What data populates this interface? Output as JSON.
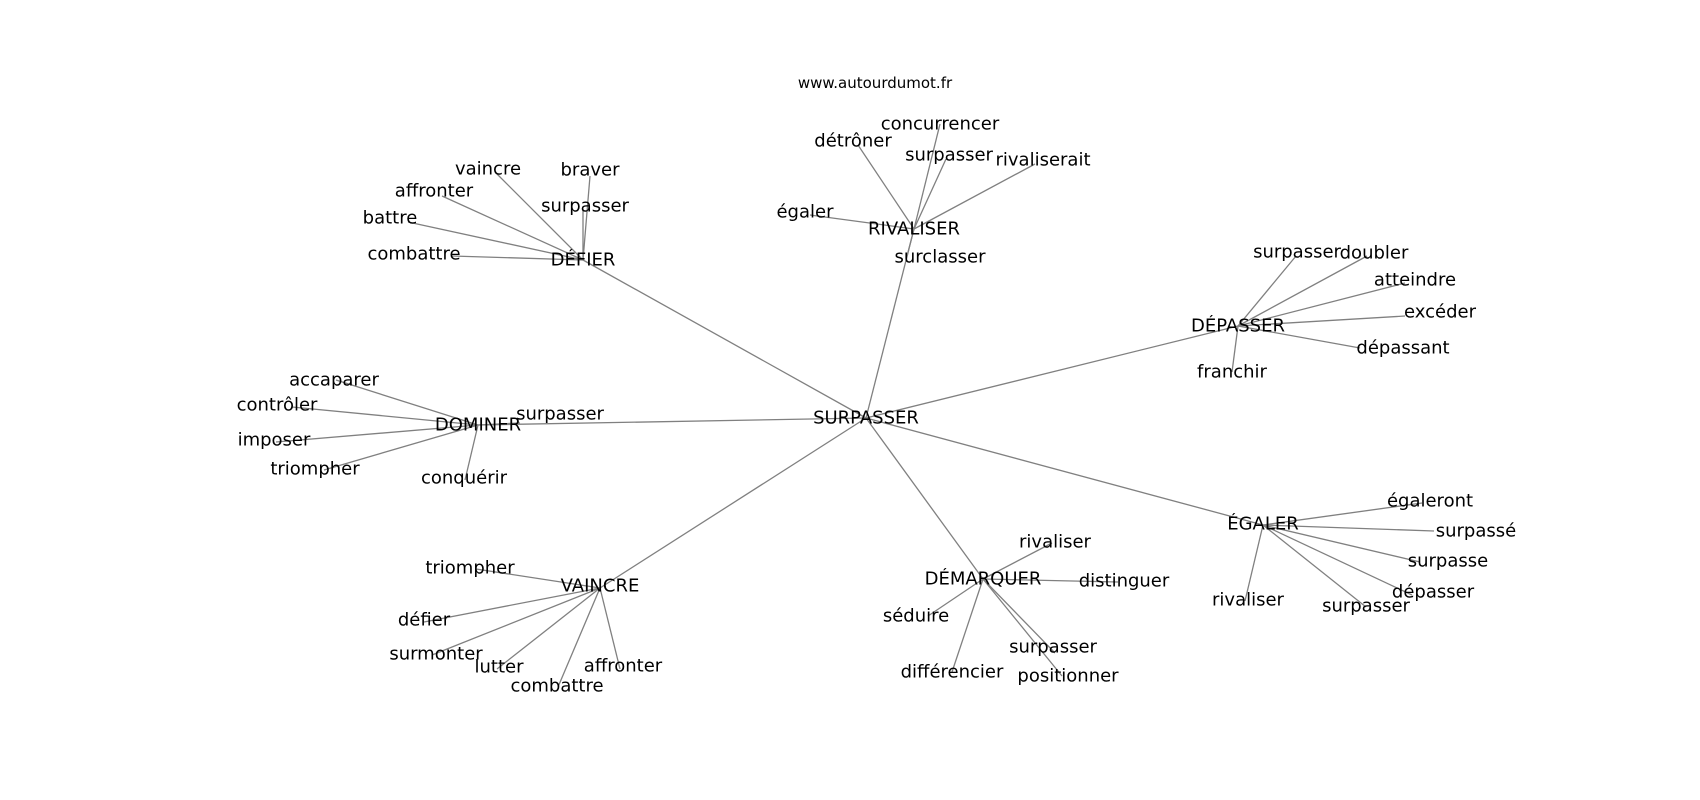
{
  "site_credit": "www.autourdumot.fr",
  "center": {
    "label": "SURPASSER"
  },
  "clusters": [
    {
      "hub": "DÉFIER",
      "hub_link": "SURPASSER",
      "leaves": [
        "vaincre",
        "braver",
        "affronter",
        "surpasser",
        "battre",
        "combattre"
      ]
    },
    {
      "hub": "RIVALISER",
      "hub_link": "SURPASSER",
      "leaves": [
        "concurrencer",
        "détrôner",
        "surpasser",
        "rivaliserait",
        "égaler",
        "surclasser"
      ]
    },
    {
      "hub": "DÉPASSER",
      "hub_link": "SURPASSER",
      "leaves": [
        "surpasser",
        "doubler",
        "atteindre",
        "excéder",
        "dépassant",
        "franchir"
      ]
    },
    {
      "hub": "DOMINER",
      "hub_link": "SURPASSER",
      "leaves": [
        "accaparer",
        "contrôler",
        "imposer",
        "triompher",
        "conquérir",
        "surpasser"
      ]
    },
    {
      "hub": "VAINCRE",
      "hub_link": "SURPASSER",
      "leaves": [
        "triompher",
        "défier",
        "surmonter",
        "lutter",
        "combattre",
        "affronter"
      ]
    },
    {
      "hub": "DÉMARQUER",
      "hub_link": "SURPASSER",
      "leaves": [
        "rivaliser",
        "distinguer",
        "séduire",
        "différencier",
        "surpasser",
        "positionner"
      ]
    },
    {
      "hub": "ÉGALER",
      "hub_link": "SURPASSER",
      "leaves": [
        "égaleront",
        "surpassé",
        "surpasse",
        "dépasser",
        "surpasser",
        "rivaliser"
      ]
    }
  ]
}
